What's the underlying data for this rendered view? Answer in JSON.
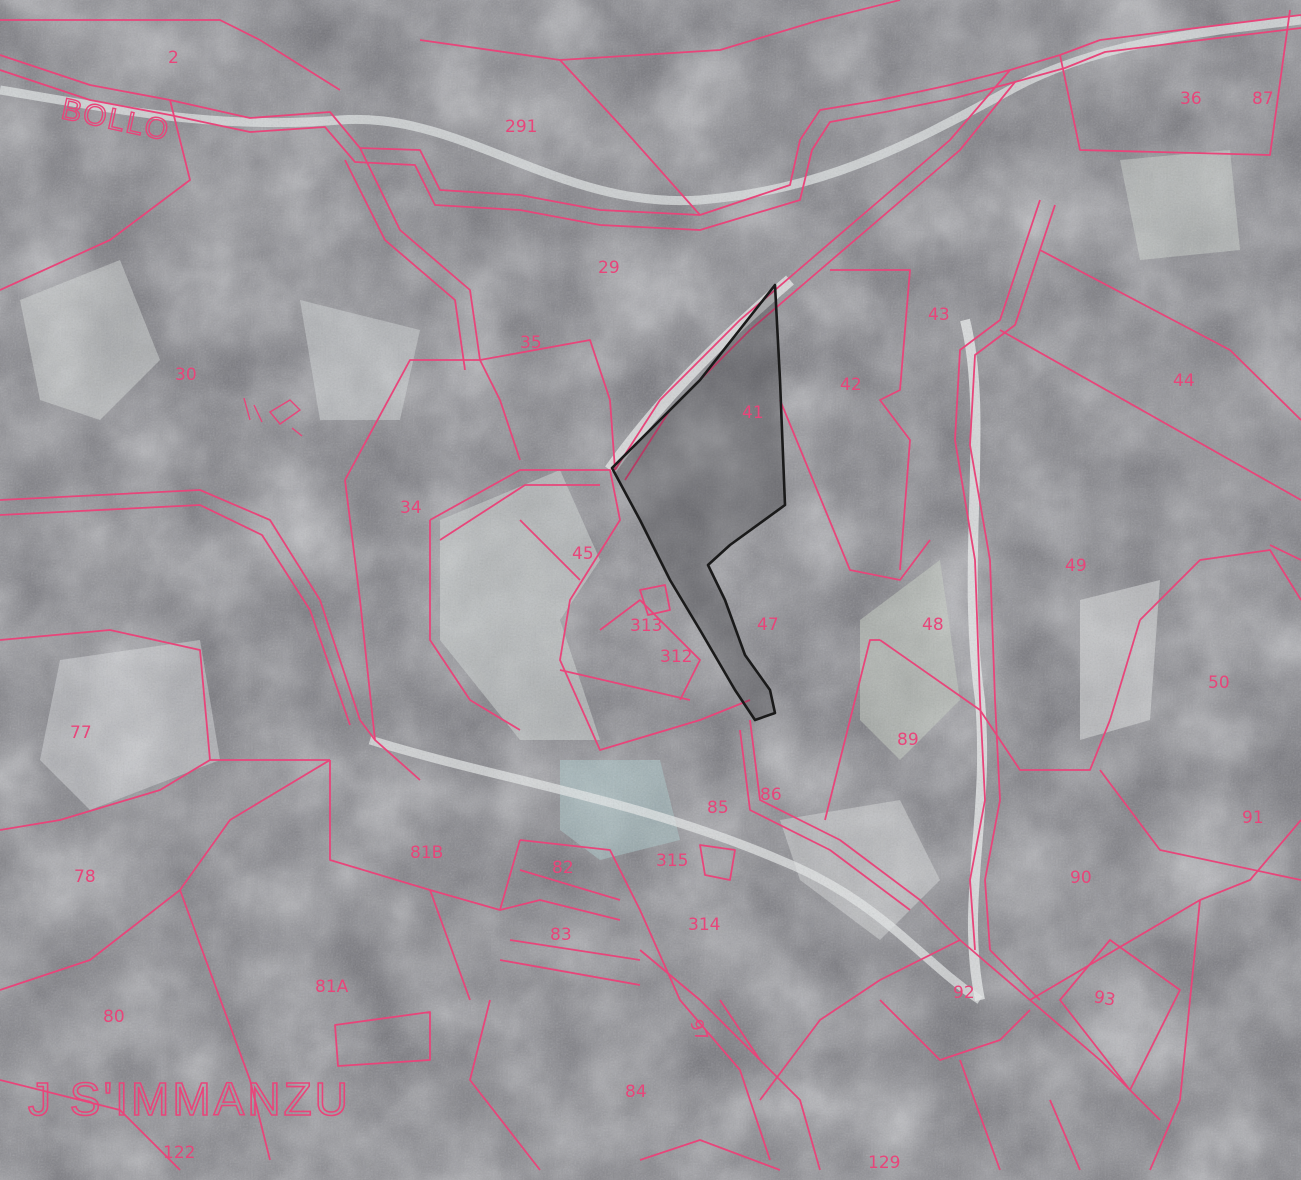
{
  "map": {
    "colors": {
      "background": "#6f6f75",
      "boundary": "#e8457a",
      "highlight_outline": "#1a1a1a",
      "terrain_light": "#d9dde0",
      "terrain_dark": "#4a4a50",
      "pond": "#a9c6c9"
    },
    "place_names": {
      "locality": "J S'IMMANZU",
      "road": "BOLLO"
    },
    "parcels": [
      "2",
      "291",
      "36",
      "87",
      "29",
      "43",
      "30",
      "35",
      "41",
      "42",
      "44",
      "34",
      "45",
      "313",
      "312",
      "47",
      "48",
      "49",
      "50",
      "77",
      "89",
      "85",
      "86",
      "315",
      "82",
      "81B",
      "91",
      "78",
      "90",
      "314",
      "83",
      "81A",
      "92",
      "93",
      "80",
      "97",
      "84",
      "122",
      "129"
    ],
    "highlighted_parcel": "41"
  }
}
